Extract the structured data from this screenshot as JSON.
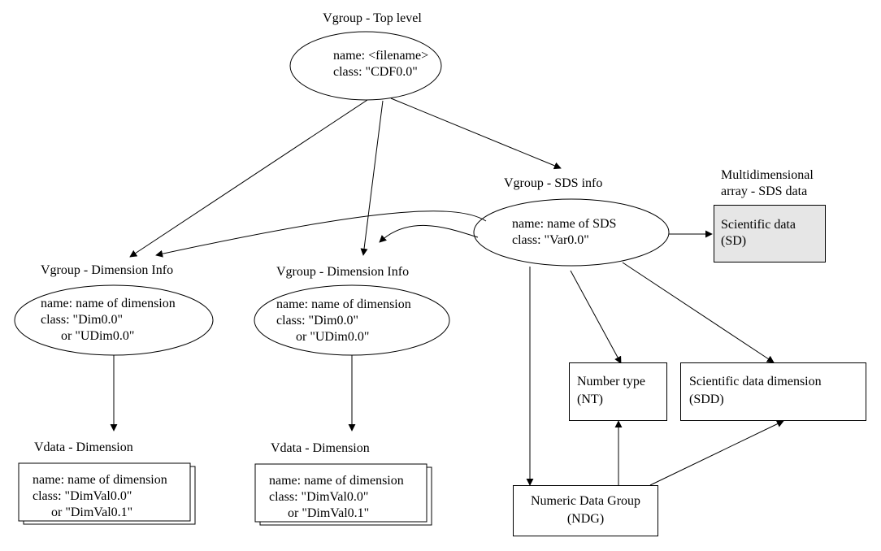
{
  "top": {
    "caption": "Vgroup - Top level",
    "name": "name: <filename>",
    "class": "class: \"CDF0.0\""
  },
  "sds_info": {
    "caption": "Vgroup - SDS info",
    "name": "name: name of SDS",
    "class": "class: \"Var0.0\""
  },
  "sd": {
    "caption_line1": "Multidimensional",
    "caption_line2": "array - SDS data",
    "line1": "Scientific data",
    "line2": "(SD)"
  },
  "dim_left": {
    "caption": "Vgroup - Dimension Info",
    "name": "name: name of dimension",
    "class": "class: \"Dim0.0\"",
    "or": "or \"UDim0.0\""
  },
  "dim_mid": {
    "caption": "Vgroup - Dimension Info",
    "name": "name: name of dimension",
    "class": "class: \"Dim0.0\"",
    "or": "or \"UDim0.0\""
  },
  "vdata_left": {
    "caption": "Vdata - Dimension",
    "name": "name: name of dimension",
    "class": "class: \"DimVal0.0\"",
    "or": "or \"DimVal0.1\""
  },
  "vdata_mid": {
    "caption": "Vdata - Dimension",
    "name": "name: name of dimension",
    "class": "class: \"DimVal0.0\"",
    "or": "or \"DimVal0.1\""
  },
  "nt": {
    "line1": "Number type",
    "line2": "(NT)"
  },
  "sdd": {
    "line1": "Scientific data dimension",
    "line2": "(SDD)"
  },
  "ndg": {
    "line1": "Numeric Data Group",
    "line2": "(NDG)"
  },
  "colors": {
    "stroke": "#000000",
    "sd_fill": "#e6e6e6",
    "background": "#ffffff"
  }
}
